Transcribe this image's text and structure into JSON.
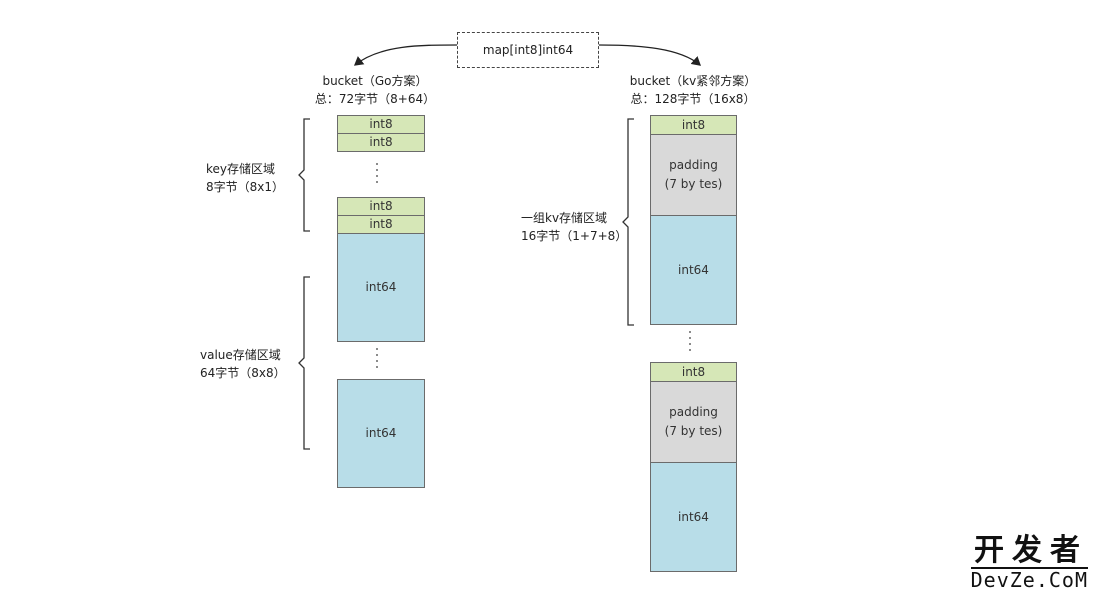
{
  "map_type": "map[int8]int64",
  "left": {
    "title": "bucket（Go方案）",
    "total": "总：72字节（8+64）",
    "key_region": {
      "name": "key存储区域",
      "size": "8字节（8x1）"
    },
    "value_region": {
      "name": "value存储区域",
      "size": "64字节（8x8）"
    },
    "key_cell": "int8",
    "value_cell": "int64"
  },
  "right": {
    "title": "bucket（kv紧邻方案）",
    "total": "总：128字节（16x8）",
    "group_region": {
      "name": "一组kv存储区域",
      "size": "16字节（1+7+8）"
    },
    "key_cell": "int8",
    "padding_line1": "padding",
    "padding_line2": "(7 by tes)",
    "value_cell": "int64"
  },
  "colors": {
    "key": "#d6e7b7",
    "value": "#b8dde8",
    "padding": "#d9d9d9",
    "border": "#6b6b6b"
  },
  "watermark": {
    "chinese": "开发者",
    "english": "DevZe.CoM"
  }
}
